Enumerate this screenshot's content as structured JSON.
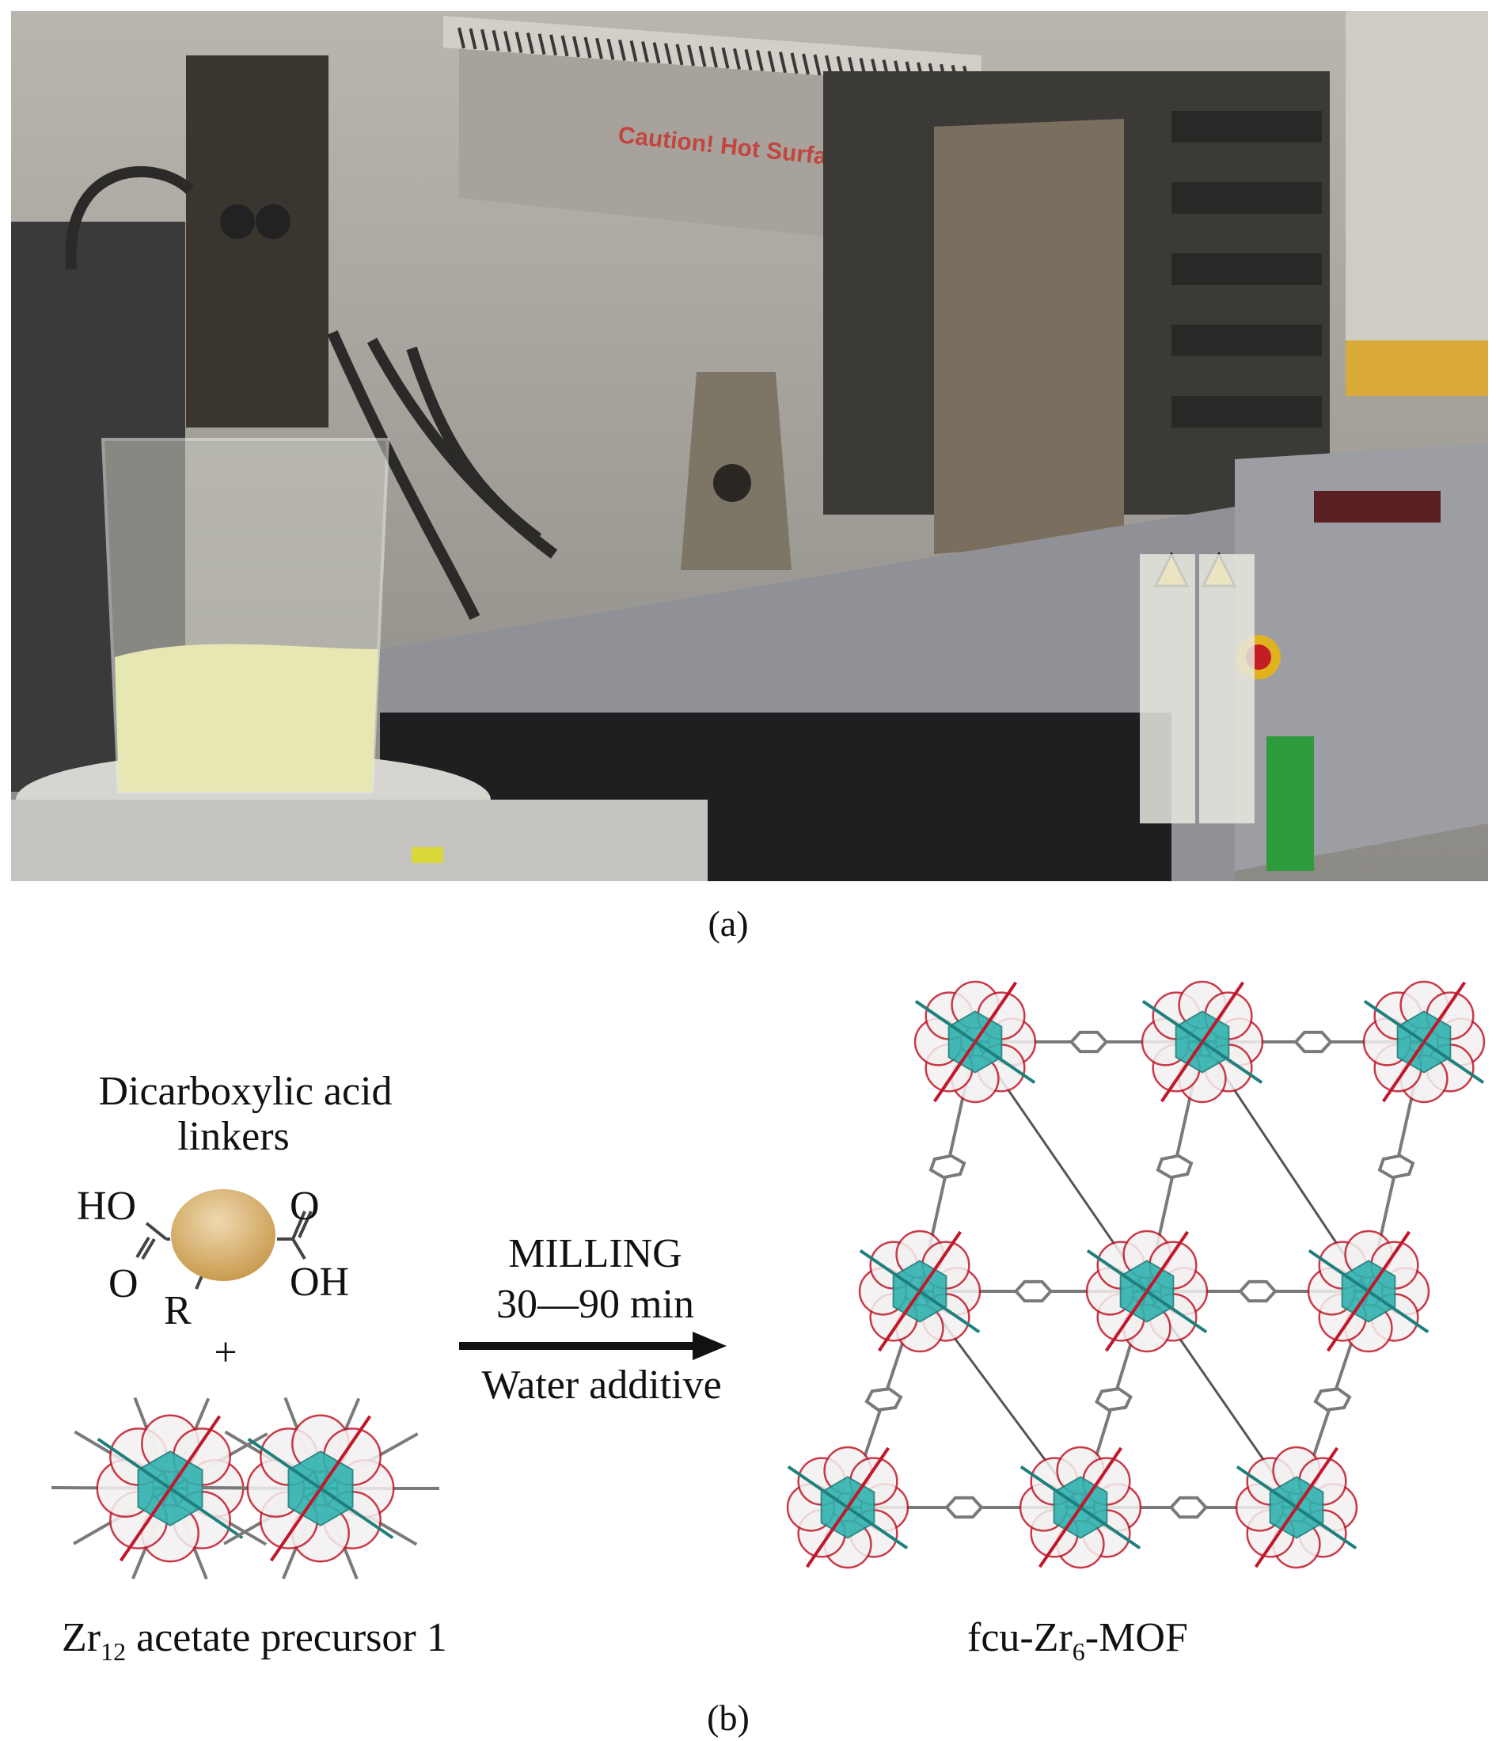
{
  "panel_a": {
    "label": "(a)",
    "machine_warning_text": "Caution! Hot Surface"
  },
  "panel_b": {
    "label": "(b)",
    "linker_title_line1": "Dicarboxylic acid",
    "linker_title_line2": "linkers",
    "atoms": {
      "ho": "HO",
      "o_top": "O",
      "o_bottom": "O",
      "r": "R",
      "oh": "OH"
    },
    "plus": "+",
    "conditions": {
      "line1": "MILLING",
      "line2": "30—90 min",
      "line3": "Water additive"
    },
    "precursor_label_prefix": "Zr",
    "precursor_label_sub": "12",
    "precursor_label_suffix": " acetate precursor 1",
    "product_label_prefix": "fcu-Zr",
    "product_label_sub": "6",
    "product_label_suffix": "-MOF"
  },
  "colors": {
    "cluster": "#2fb3b0",
    "oxygen": "#c0182a",
    "carbon": "#7a7a7a",
    "linker_ball": "#d4a85a"
  }
}
